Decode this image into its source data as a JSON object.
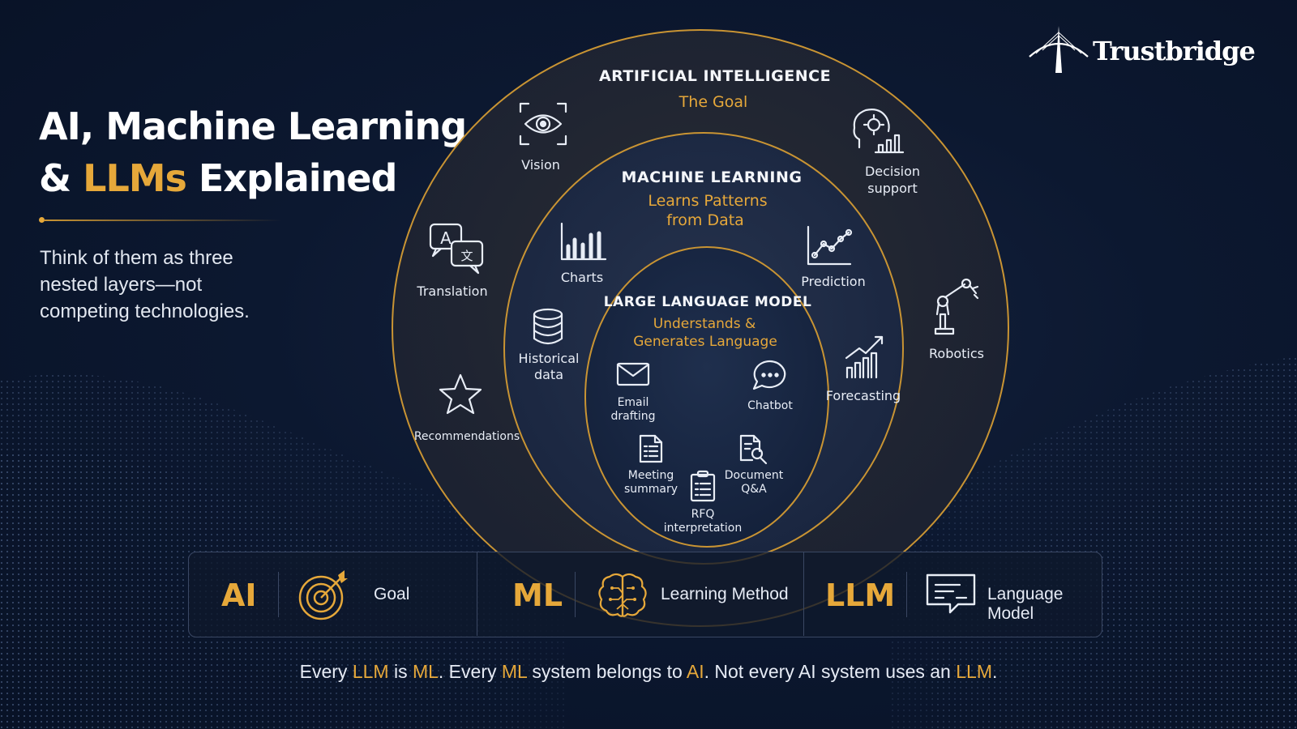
{
  "title": {
    "line1": "AI, Machine Learning",
    "amp": "& ",
    "highlight": "LLMs",
    "line2_rest": " Explained"
  },
  "subtitle": "Think of them as three nested layers—not competing technologies.",
  "brand": "Trustbridge",
  "colors": {
    "accent": "#e6a83a",
    "background": "#0c1830",
    "text": "#e6ebf5"
  },
  "rings": {
    "ai": {
      "title": "ARTIFICIAL INTELLIGENCE",
      "subtitle": "The Goal",
      "items": [
        {
          "label": "Vision",
          "icon": "eye-icon"
        },
        {
          "label_lines": [
            "Decision",
            "support"
          ],
          "icon": "decision-support-icon"
        },
        {
          "label": "Translation",
          "icon": "translation-icon"
        },
        {
          "label": "Robotics",
          "icon": "robot-arm-icon"
        },
        {
          "label": "Recommendations",
          "icon": "star-icon"
        }
      ]
    },
    "ml": {
      "title": "MACHINE LEARNING",
      "subtitle_lines": [
        "Learns Patterns",
        "from Data"
      ],
      "items": [
        {
          "label": "Charts",
          "icon": "bar-chart-icon"
        },
        {
          "label": "Prediction",
          "icon": "line-chart-icon"
        },
        {
          "label_lines": [
            "Historical",
            "data"
          ],
          "icon": "database-icon"
        },
        {
          "label": "Forecasting",
          "icon": "trend-up-icon"
        }
      ]
    },
    "llm": {
      "title": "LARGE LANGUAGE MODEL",
      "subtitle_lines": [
        "Understands &",
        "Generates Language"
      ],
      "items": [
        {
          "label_lines": [
            "Email",
            "drafting"
          ],
          "icon": "envelope-icon"
        },
        {
          "label": "Chatbot",
          "icon": "chat-bubble-icon"
        },
        {
          "label_lines": [
            "Meeting",
            "summary"
          ],
          "icon": "document-icon"
        },
        {
          "label_lines": [
            "Document",
            "Q&A"
          ],
          "icon": "document-search-icon"
        },
        {
          "label_lines": [
            "RFQ",
            "interpretation"
          ],
          "icon": "clipboard-icon"
        }
      ]
    }
  },
  "legend": [
    {
      "code": "AI",
      "label": "Goal",
      "icon": "target-icon"
    },
    {
      "code": "ML",
      "label": "Learning Method",
      "icon": "brain-icon"
    },
    {
      "code": "LLM",
      "label": "Language Model",
      "icon": "message-box-icon"
    }
  ],
  "footer": {
    "p1": "Every ",
    "k1": "LLM",
    "p2": " is ",
    "k2": "ML",
    "p3": ". Every ",
    "k3": "ML",
    "p4": " system belongs to ",
    "k4": "AI",
    "p5": ". Not every AI system uses an ",
    "k5": "LLM",
    "p6": "."
  }
}
